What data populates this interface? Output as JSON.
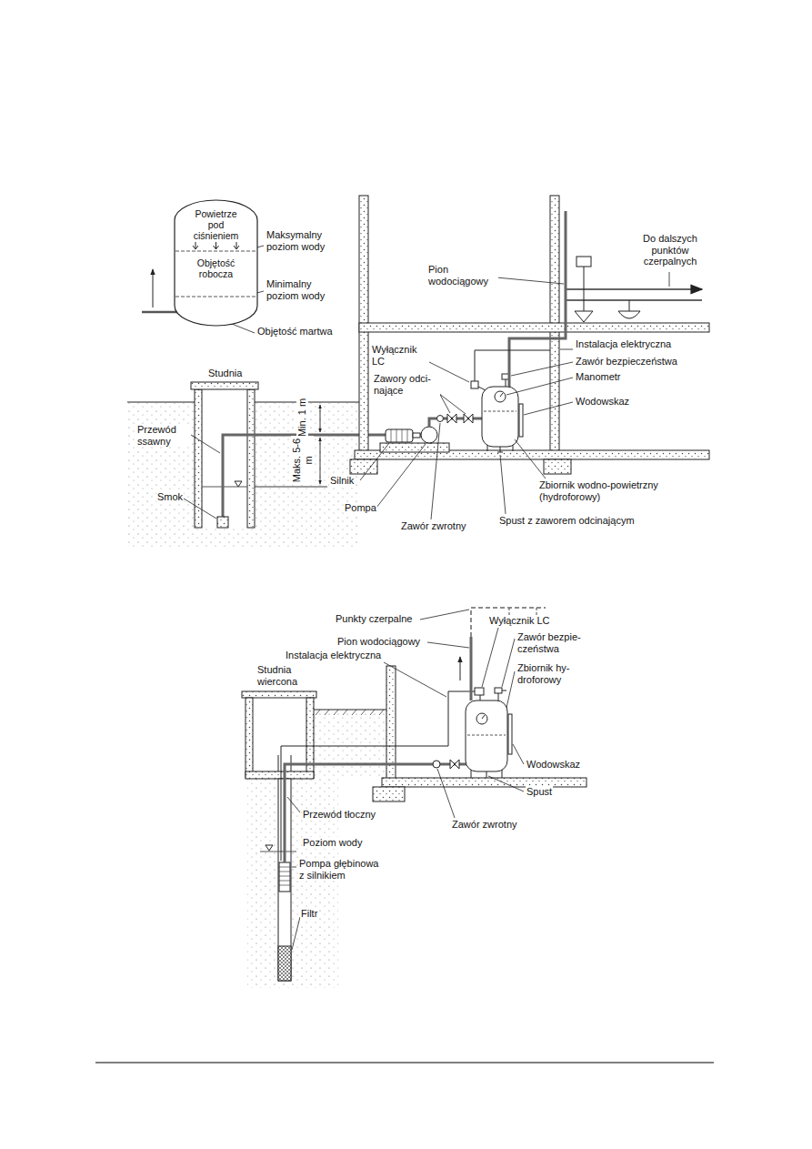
{
  "diagram": {
    "nodes": [
      {
        "text": [
          "Powietrze pod ciśnieniem",
          "Objętość robocza"
        ]
      }
    ],
    "labels": [
      "Maksymalny poziom wody",
      "Minimalny poziom wody",
      "Objętość martwa",
      "Studnia",
      "Przewód ssawny",
      "Smok",
      "Min. 1 m",
      "Maks. 5-6 m",
      "Pion wodociągowy",
      "Do dalszych punktów czerpalnych",
      "Wyłącznik LC",
      "Zawory odci- nające",
      "Instalacja elektryczna",
      "Zawór bezpieczeństwa",
      "Manometr",
      "Wodowskaz",
      "Zbiornik wodno-powietrzny (hydroforowy)",
      "Spust z zaworem odcinającym",
      "Silnik",
      "Pompa",
      "Zawór zwrotny",
      "Punkty czerpalne",
      "Pion wodociągowy",
      "Instalacja elektryczna",
      "Studnia wiercona",
      "Wyłącznik LC",
      "Zawór bezpie- czeństwa",
      "Zbiornik hy- droforowy",
      "Wodowskaz",
      "Spust",
      "Przewód tłoczny",
      "Zawór zwrotny",
      "Poziom wody",
      "Pompa głębinowa z silnikiem",
      "Filtr"
    ]
  }
}
